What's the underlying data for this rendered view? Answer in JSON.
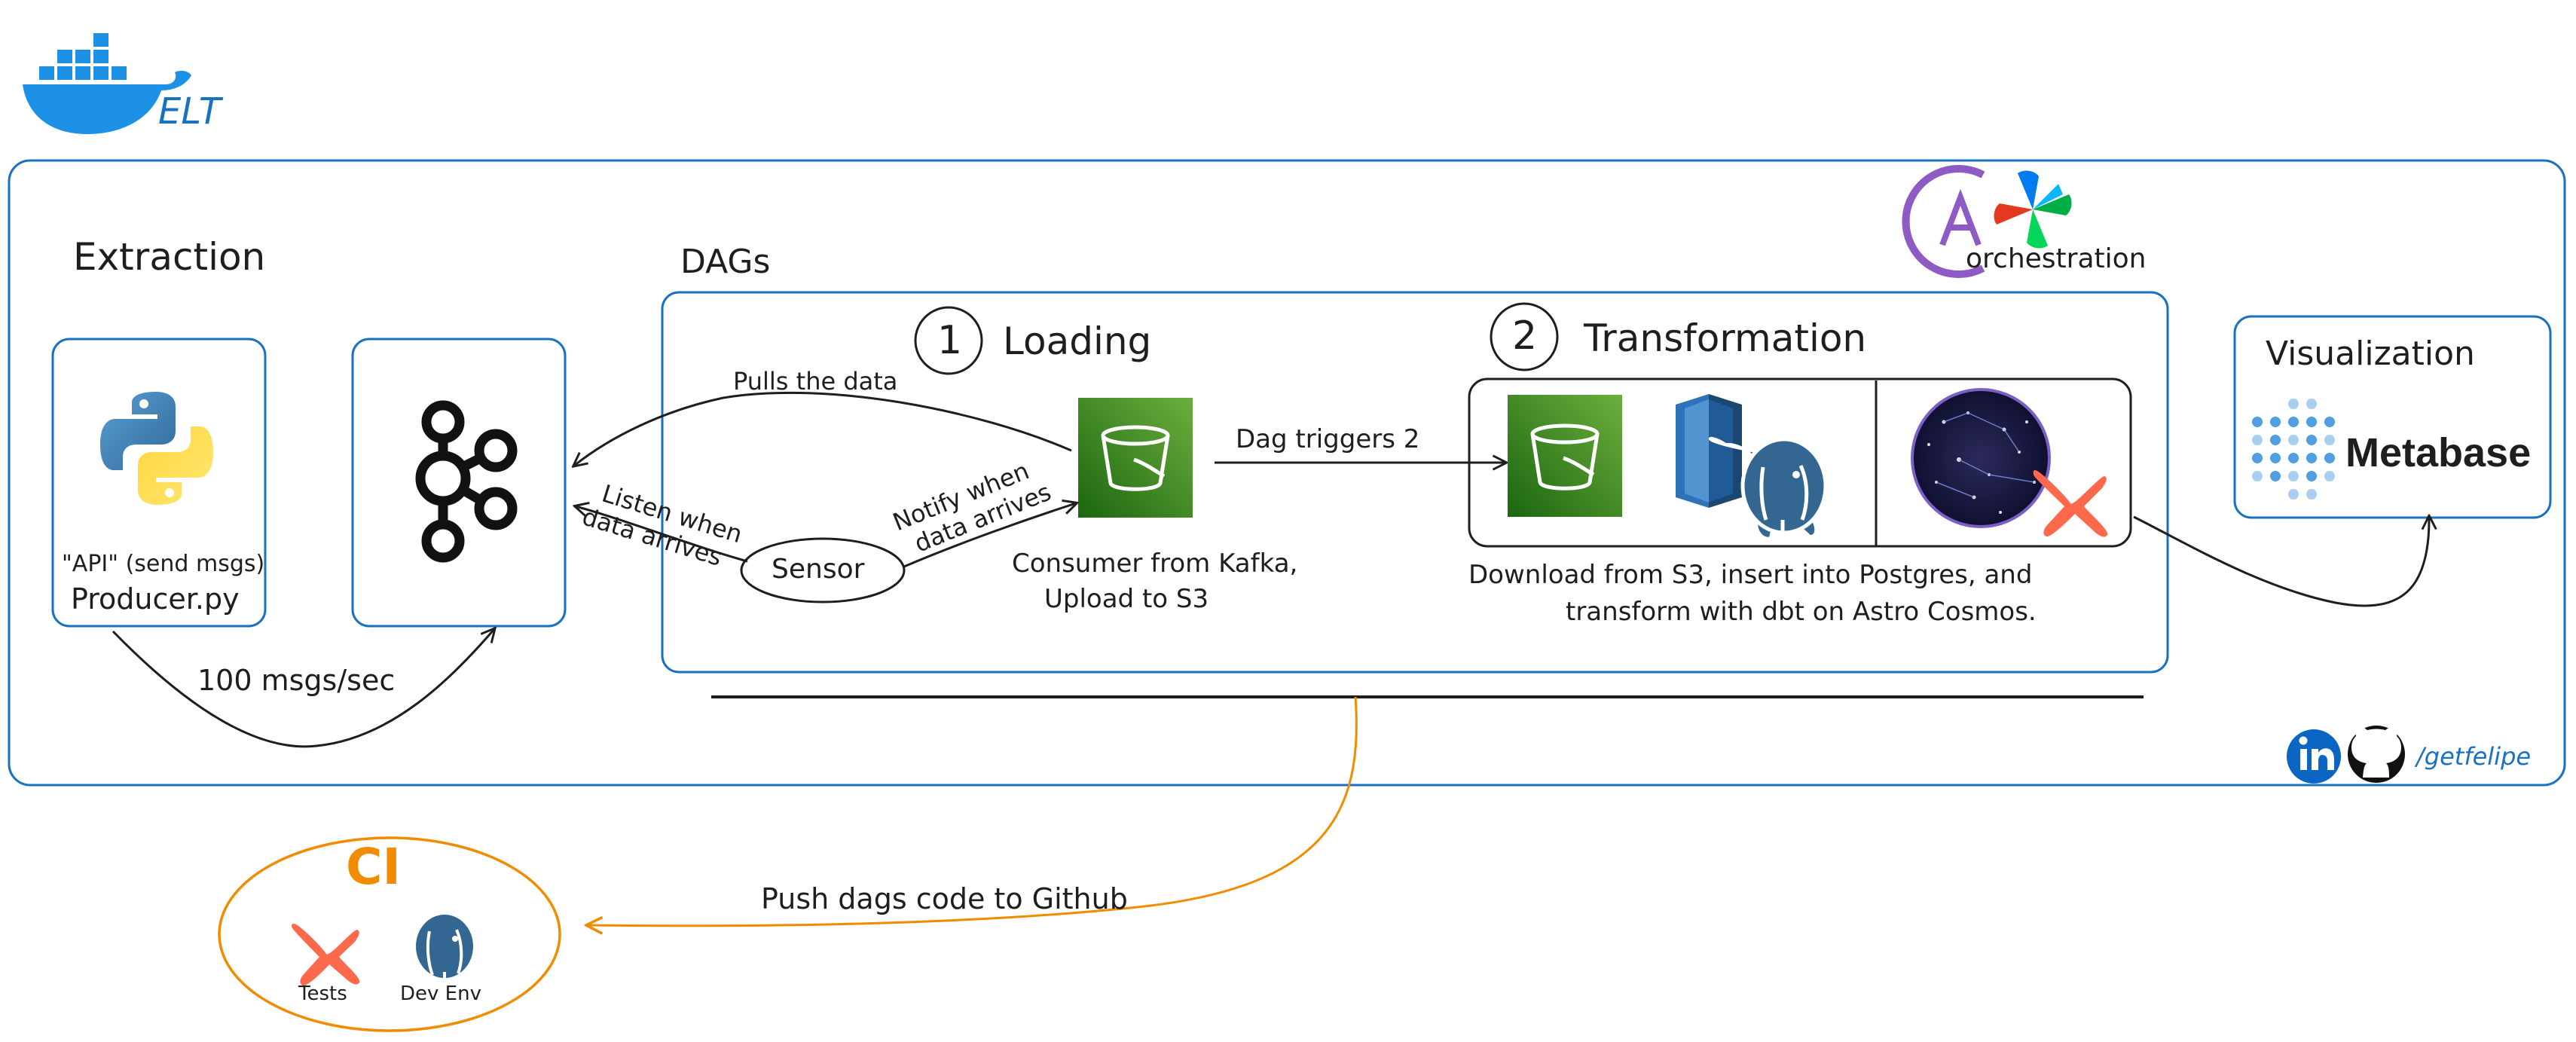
{
  "header": {
    "title": "ELT"
  },
  "extraction": {
    "title": "Extraction",
    "producer_note": "\"API\" (send msgs)",
    "producer_name": "Producer.py",
    "rate_label": "100 msgs/sec"
  },
  "dags": {
    "title": "DAGs",
    "loading": {
      "number": "1",
      "title": "Loading",
      "pull_label": "Pulls the data",
      "listen_label_1": "Listen when",
      "listen_label_2": "data arrives",
      "notify_label_1": "Notify when",
      "notify_label_2": "data arrives",
      "sensor_label": "Sensor",
      "consumer_label_1": "Consumer from Kafka,",
      "consumer_label_2": "Upload to S3",
      "trigger_label": "Dag triggers 2"
    },
    "transformation": {
      "number": "2",
      "title": "Transformation",
      "desc_1": "Download from S3, insert into Postgres, and",
      "desc_2": "transform with dbt on Astro Cosmos."
    }
  },
  "orchestration": {
    "label": "orchestration"
  },
  "visualization": {
    "title": "Visualization",
    "brand": "Metabase"
  },
  "footer": {
    "handle": "/getfelipe"
  },
  "ci": {
    "title": "CI",
    "tests_label": "Tests",
    "devenv_label": "Dev Env",
    "push_label": "Push dags code to Github"
  },
  "colors": {
    "frame_blue": "#1971c2",
    "docker_blue": "#1d91e6",
    "s3_green": "#3f8624",
    "ci_orange": "#f08c00",
    "dbt_orange": "#ff694b",
    "postgres_blue": "#336791",
    "metabase_blue": "#509ee3",
    "airflow_teal": "#00c7d4",
    "astro_purple": "#8e5bc5"
  },
  "icons": [
    "docker-icon",
    "python-icon",
    "kafka-icon",
    "s3-bucket-icon",
    "rds-icon",
    "postgres-icon",
    "astro-cosmos-icon",
    "dbt-icon",
    "astronomer-icon",
    "airflow-icon",
    "metabase-icon",
    "linkedin-icon",
    "github-icon"
  ]
}
